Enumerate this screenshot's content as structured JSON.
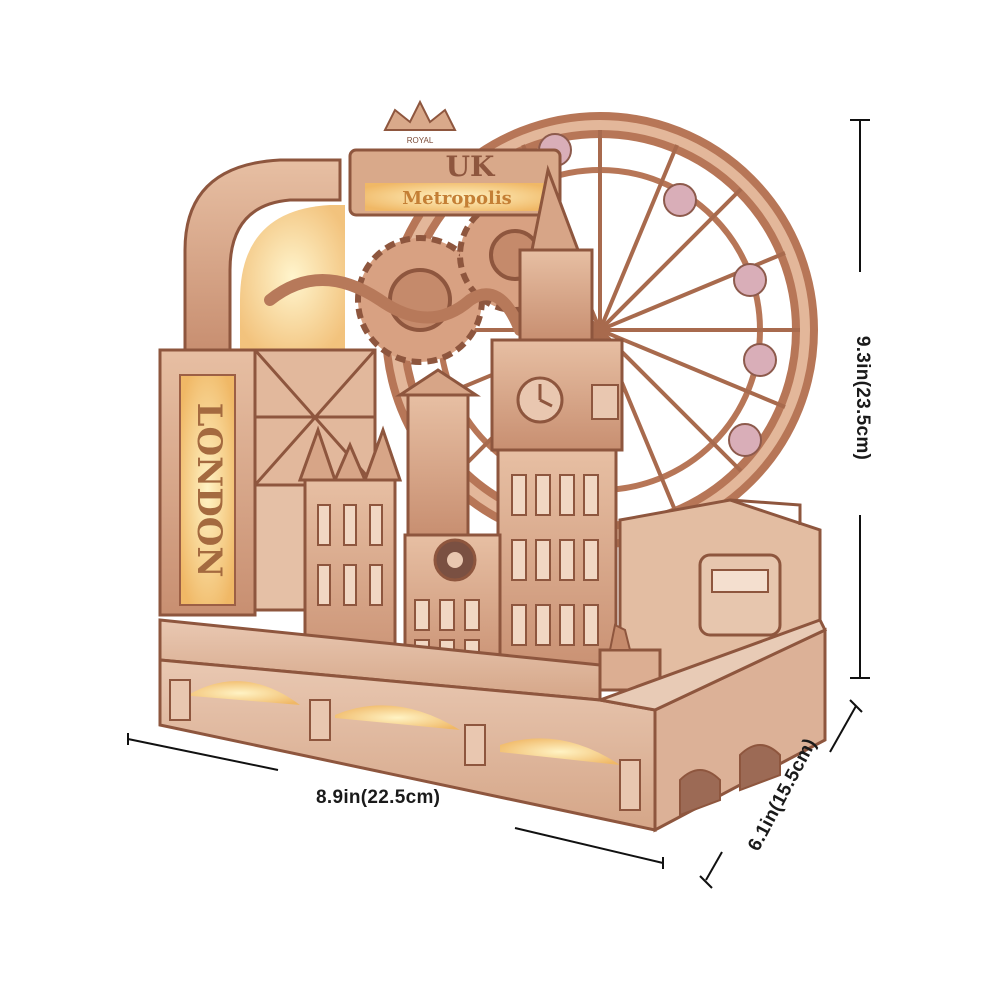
{
  "product": {
    "sign_top": "UK",
    "sign_bottom": "Metropolis",
    "side_sign": "LONDON",
    "crown_text": "ROYAL"
  },
  "dimensions": {
    "width": "8.9in(22.5cm)",
    "height": "9.3in(23.5cm)",
    "depth": "6.1in(15.5cm)"
  },
  "colors": {
    "wood": "#d9a98a",
    "wood_dark": "#9c5f45",
    "glow": "#f6d48a",
    "line": "#111111"
  }
}
